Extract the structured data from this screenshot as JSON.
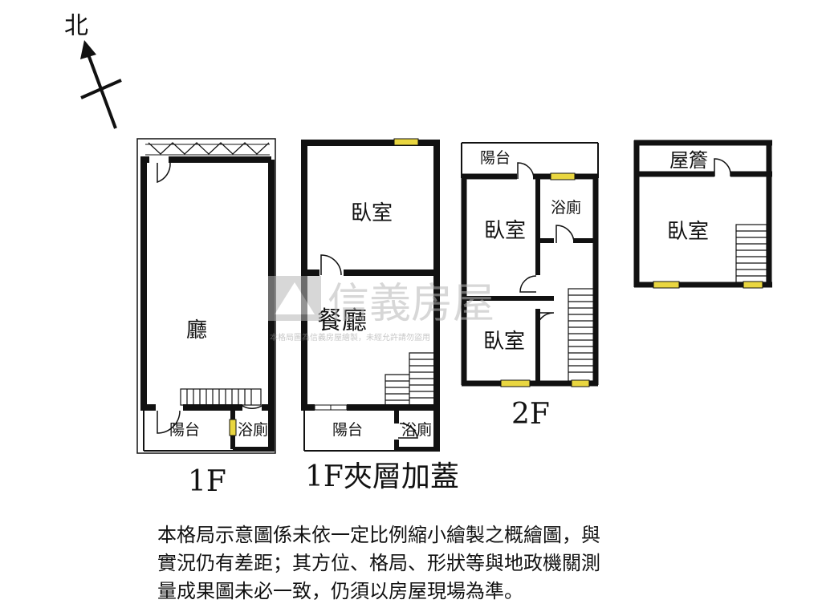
{
  "compass": {
    "north_label": "北"
  },
  "floors": {
    "f1": {
      "caption": "1F",
      "rooms": {
        "hall": "廳",
        "balcony": "陽台",
        "bathroom": "浴廁"
      }
    },
    "f1_mezzanine": {
      "caption": "1F夾層加蓋",
      "rooms": {
        "bedroom": "臥室",
        "dining": "餐廳",
        "balcony": "陽台",
        "bathroom": "浴廁"
      }
    },
    "f2": {
      "caption": "2F",
      "rooms": {
        "balcony": "陽台",
        "bedroom_a": "臥室",
        "bathroom": "浴廁",
        "bedroom_b": "臥室"
      }
    },
    "roof": {
      "rooms": {
        "rooftop_shed": "屋簷",
        "bedroom": "臥室"
      }
    }
  },
  "watermark": {
    "brand": "信義房屋",
    "notice": "本格局圖為信義房屋繪製，未經允許請勿盜用"
  },
  "disclaimer": {
    "line1": "本格局示意圖係未依一定比例縮小繪製之概繪圖，與",
    "line2": "實況仍有差距；其方位、格局、形狀等與地政機關測",
    "line3": "量成果圖未必一致，仍須以房屋現場為準。"
  },
  "colors": {
    "wall": "#111111",
    "window": "#e9d640",
    "watermark": "#b8b8b8"
  }
}
